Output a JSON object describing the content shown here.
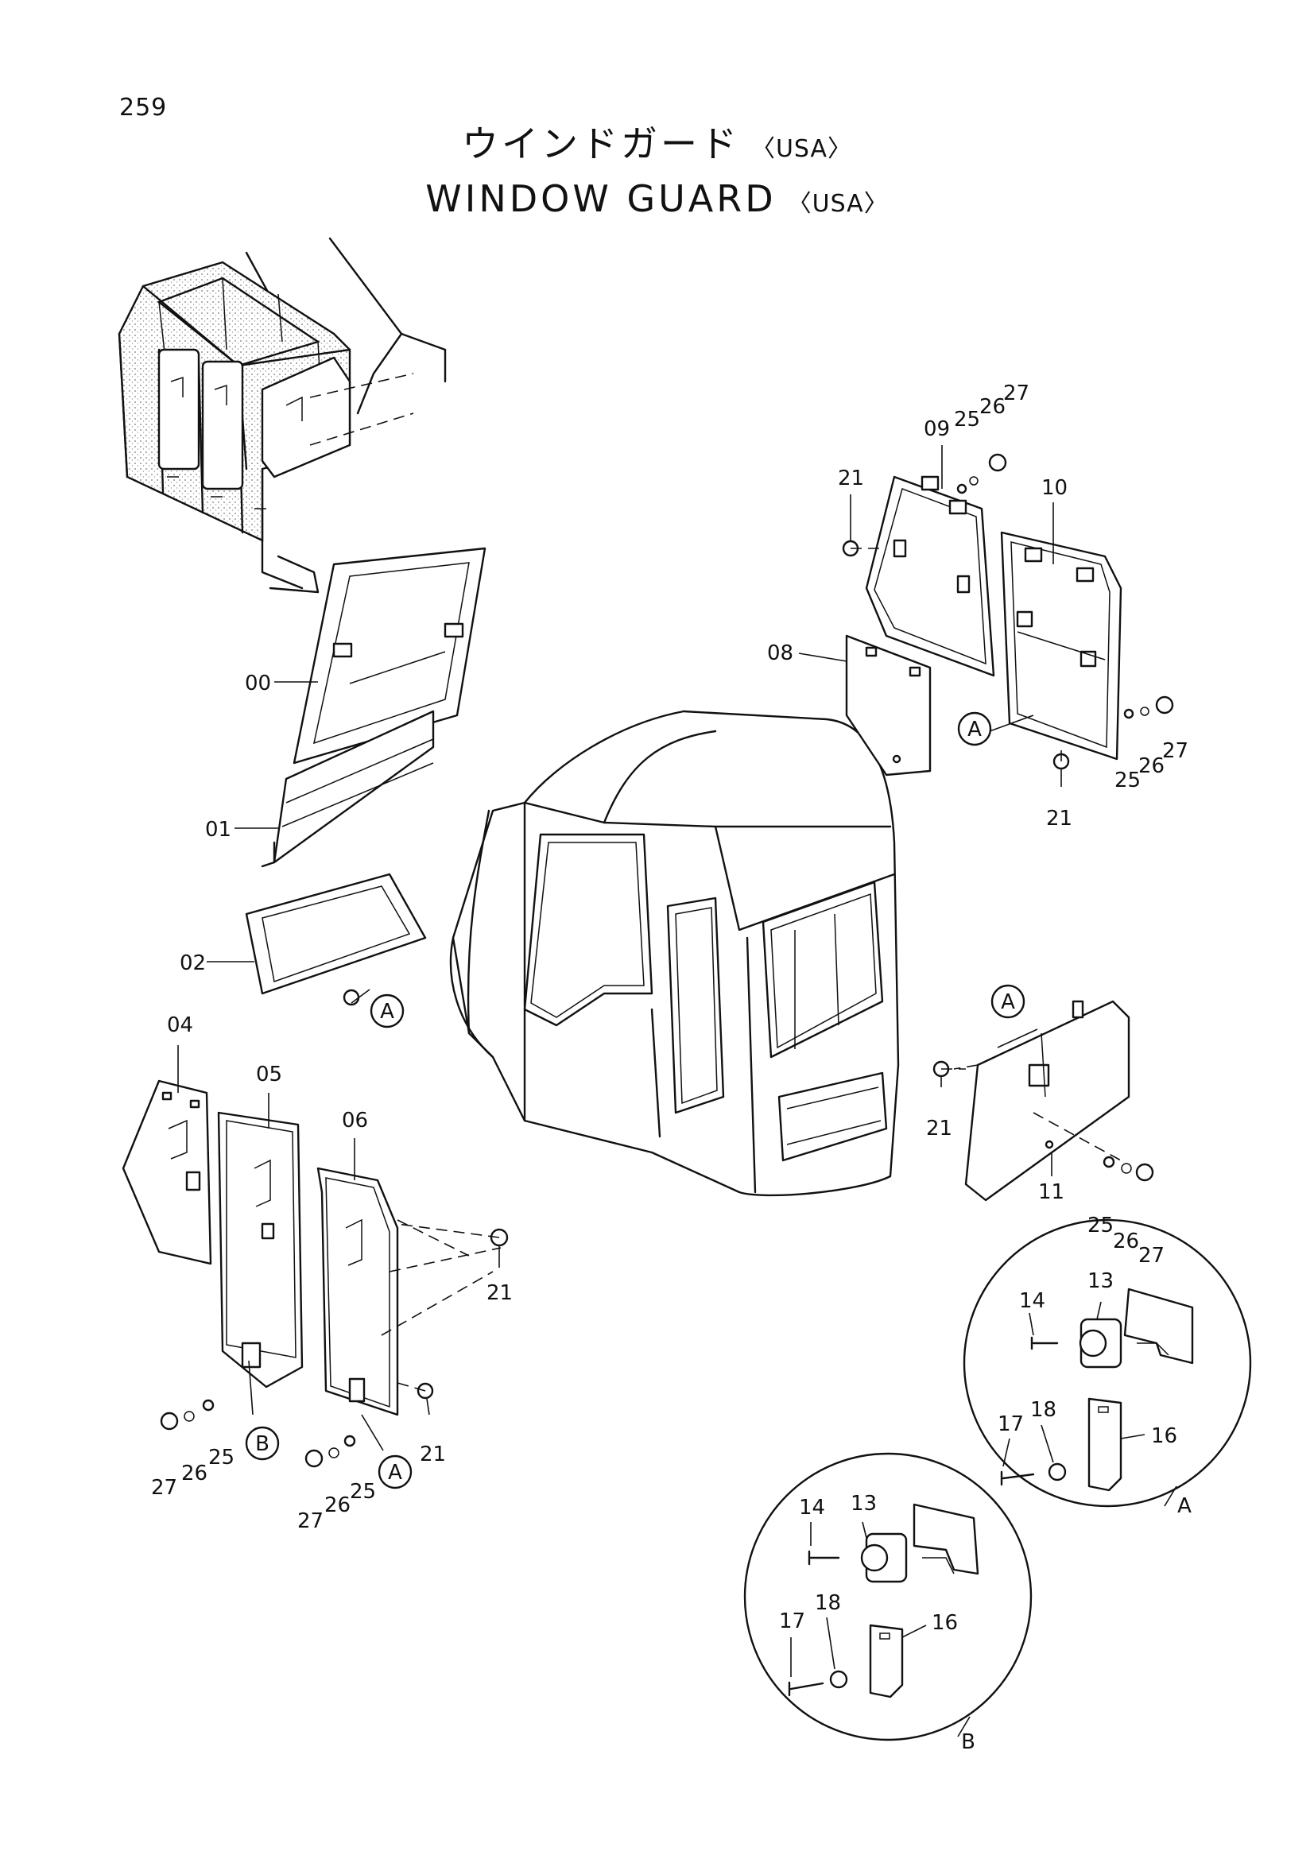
{
  "page_number": "259",
  "title": {
    "japanese": "ウインドガード",
    "english": "WINDOW GUARD",
    "suffix": "〈USA〉"
  },
  "detail_letters": {
    "a": "A",
    "b": "B"
  },
  "callouts": {
    "p00": "00",
    "p01": "01",
    "p02": "02",
    "p04": "04",
    "p05": "05",
    "p06": "06",
    "p08": "08",
    "p09": "09",
    "p10": "10",
    "p11": "11",
    "p13": "13",
    "p14": "14",
    "p16": "16",
    "p17": "17",
    "p18": "18",
    "p21": "21",
    "p25": "25",
    "p26": "26",
    "p27": "27"
  }
}
